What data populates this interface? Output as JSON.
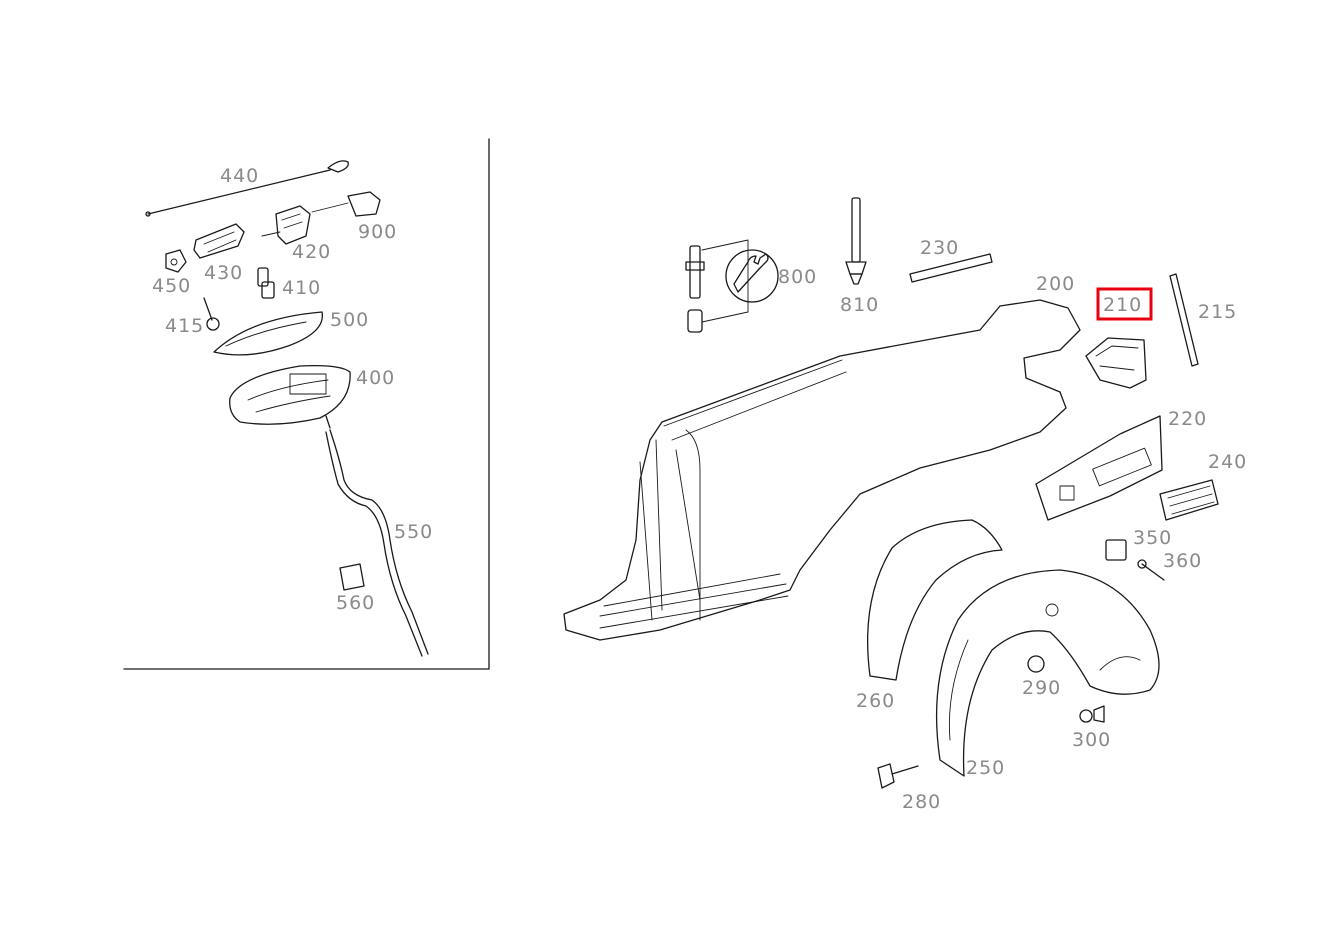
{
  "labels": {
    "l440": "440",
    "l900": "900",
    "l420": "420",
    "l450": "450",
    "l430": "430",
    "l410": "410",
    "l415": "415",
    "l500": "500",
    "l400": "400",
    "l550": "550",
    "l560": "560",
    "l800": "800",
    "l810": "810",
    "l230": "230",
    "l200": "200",
    "l210": "210",
    "l215": "215",
    "l220": "220",
    "l240": "240",
    "l350": "350",
    "l360": "360",
    "l260": "260",
    "l290": "290",
    "l300": "300",
    "l250": "250",
    "l280": "280"
  },
  "highlight": {
    "part": "210",
    "color": "#e8000f"
  }
}
